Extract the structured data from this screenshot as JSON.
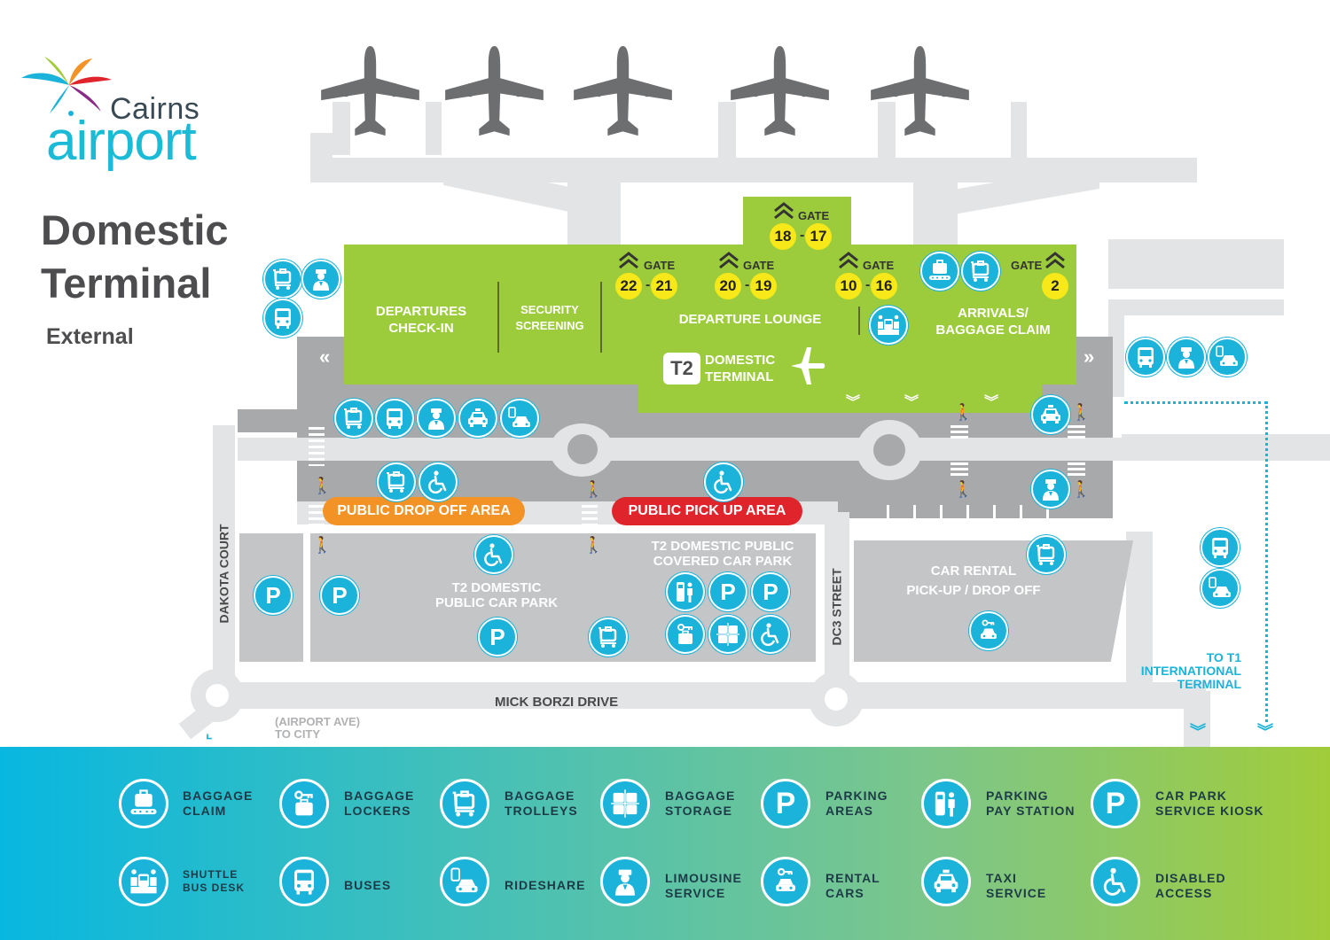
{
  "logo": {
    "line1": "Cairns",
    "line2": "airport"
  },
  "header": {
    "title_line1": "Domestic",
    "title_line2": "Terminal",
    "subtitle": "External"
  },
  "terminal": {
    "departures_checkin": [
      "DEPARTURES",
      "CHECK-IN"
    ],
    "security_screening": [
      "SECURITY",
      "SCREENING"
    ],
    "departure_lounge": "DEPARTURE LOUNGE",
    "arrivals": [
      "ARRIVALS/",
      "BAGGAGE CLAIM"
    ],
    "t2_badge": "T2",
    "t2_label": [
      "DOMESTIC",
      "TERMINAL"
    ]
  },
  "gates": [
    {
      "label": "GATE",
      "a": "18",
      "b": "17"
    },
    {
      "label": "GATE",
      "a": "22",
      "b": "21"
    },
    {
      "label": "GATE",
      "a": "20",
      "b": "19"
    },
    {
      "label": "GATE",
      "a": "10",
      "b": "16"
    },
    {
      "label": "GATE",
      "a": "2"
    }
  ],
  "gate_dash": "-",
  "areas": {
    "drop_off": "PUBLIC DROP OFF AREA",
    "pick_up": "PUBLIC PICK UP AREA",
    "public_car_park": [
      "T2 DOMESTIC",
      "PUBLIC CAR PARK"
    ],
    "covered_car_park": [
      "T2 DOMESTIC PUBLIC",
      "COVERED CAR PARK"
    ],
    "car_rental": [
      "CAR RENTAL",
      "PICK-UP / DROP OFF"
    ]
  },
  "streets": {
    "dakota": "DAKOTA COURT",
    "dc3": "DC3 STREET",
    "mick_borzi": "MICK BORZI DRIVE",
    "to_city": [
      "(AIRPORT AVE)",
      "TO CITY"
    ],
    "to_t1": [
      "TO T1",
      "INTERNATIONAL",
      "TERMINAL"
    ]
  },
  "parking_letter": "P",
  "colors": {
    "terminal_green": "#9ccc3b",
    "icon_blue": "#1bb3d9",
    "gate_yellow": "#f7e819",
    "drop_off_orange": "#f39325",
    "pick_up_red": "#e0242c",
    "road_light": "#e3e4e5",
    "road_dark": "#a8a9aa"
  },
  "legend": [
    {
      "icon": "baggage-claim-icon",
      "label": [
        "BAGGAGE",
        "CLAIM"
      ]
    },
    {
      "icon": "baggage-lockers-icon",
      "label": [
        "BAGGAGE",
        "LOCKERS"
      ]
    },
    {
      "icon": "baggage-trolley-icon",
      "label": [
        "BAGGAGE",
        "TROLLEYS"
      ]
    },
    {
      "icon": "baggage-storage-icon",
      "label": [
        "BAGGAGE",
        "STORAGE"
      ]
    },
    {
      "icon": "parking-icon",
      "label": [
        "PARKING",
        "AREAS"
      ]
    },
    {
      "icon": "parking-pay-station-icon",
      "label": [
        "PARKING",
        "PAY STATION"
      ]
    },
    {
      "icon": "car-park-kiosk-icon",
      "label": [
        "CAR PARK",
        "SERVICE KIOSK"
      ]
    },
    {
      "icon": "shuttle-bus-desk-icon",
      "label": [
        "SHUTTLE",
        "BUS DESK"
      ]
    },
    {
      "icon": "bus-icon",
      "label": [
        "BUSES"
      ]
    },
    {
      "icon": "rideshare-icon",
      "label": [
        "RIDESHARE"
      ]
    },
    {
      "icon": "limousine-icon",
      "label": [
        "LIMOUSINE",
        "SERVICE"
      ]
    },
    {
      "icon": "rental-car-icon",
      "label": [
        "RENTAL",
        "CARS"
      ]
    },
    {
      "icon": "taxi-icon",
      "label": [
        "TAXI",
        "SERVICE"
      ]
    },
    {
      "icon": "disabled-access-icon",
      "label": [
        "DISABLED",
        "ACCESS"
      ]
    }
  ]
}
